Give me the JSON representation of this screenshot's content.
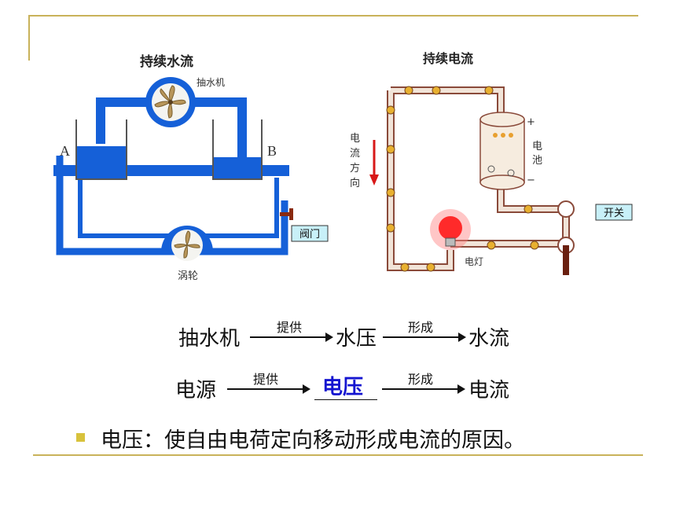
{
  "water": {
    "title": "持续水流",
    "pump_label": "抽水机",
    "turbine_label": "涡轮",
    "a_label": "A",
    "b_label": "B",
    "valve_label": "阀门"
  },
  "circuit": {
    "title": "持续电流",
    "direction_label": [
      "电",
      "流",
      "方",
      "向"
    ],
    "battery_label": [
      "电",
      "池"
    ],
    "plus": "+",
    "minus": "−",
    "switch_label": "开关",
    "lamp_label": "电灯"
  },
  "formula": {
    "l1_start": "抽水机",
    "l1_arrow1": "提供",
    "l1_mid": "水压",
    "l1_arrow2": "形成",
    "l1_end": "水流",
    "l2_start": "电源",
    "l2_arrow1": "提供",
    "l2_blank": "电压",
    "l2_arrow2": "形成",
    "l2_end": "电流"
  },
  "definition": "电压：使自由电荷定向移动形成电流的原因。",
  "colors": {
    "water": "#1560d8",
    "frame": "#c9b25a",
    "answer": "#1414d0",
    "bullet": "#d8c23c"
  }
}
